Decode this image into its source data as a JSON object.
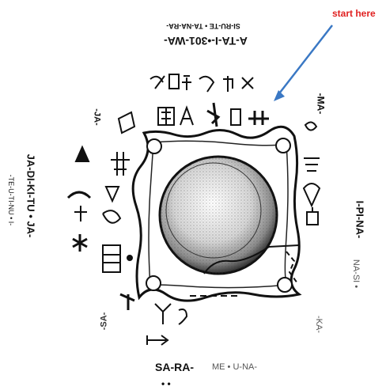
{
  "annotation": {
    "text": "start here",
    "color": "#e02020",
    "arrow_color": "#3a78c4"
  },
  "labels": {
    "top_line1": "SI-RU-TE • TA-NA-RA-",
    "top_line2": "A-TA-I-•301-WA-",
    "right_bold": "I-PI-NA-",
    "right_grey": "NA-SI •",
    "ma": "-MA-",
    "ka": "-KA-",
    "bottom_bold": "SA-RA-",
    "bottom_grey": "ME • U-NA-",
    "sa": "-SA-",
    "left_bold": "JA-DI-KI-TU • JA-",
    "left_small": "-TE-U-TI-NU • I-",
    "ja_top": "-JA-"
  },
  "icons": {
    "table": "offering-table-illustration",
    "signs": "linear-a-sign-groups"
  }
}
